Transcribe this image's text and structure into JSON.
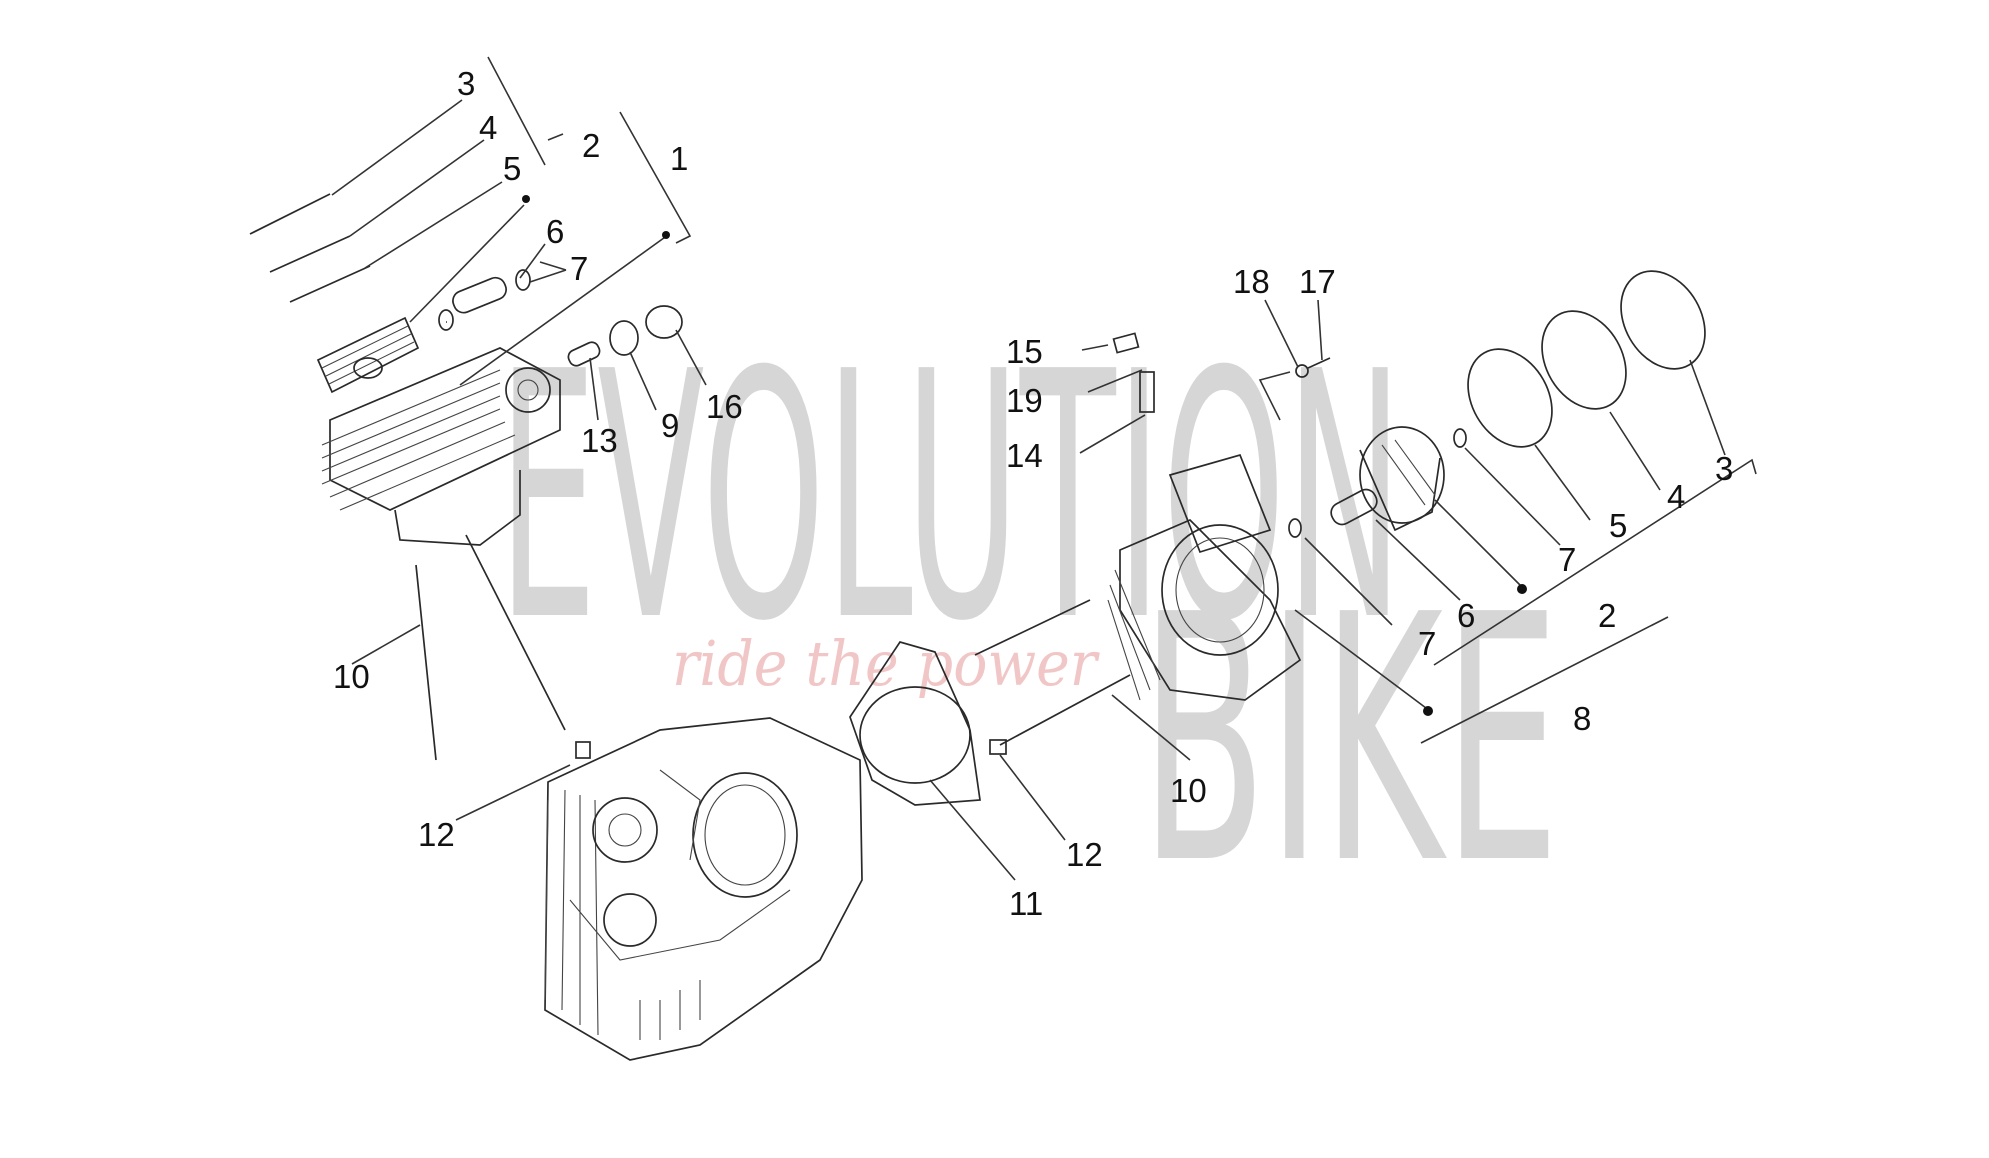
{
  "watermark": {
    "word1": "EVOLUTION",
    "word2": "BIKE",
    "tagline": "ride the power"
  },
  "callouts": {
    "left_3": "3",
    "left_4": "4",
    "left_2": "2",
    "left_1": "1",
    "left_5": "5",
    "left_6": "6",
    "left_7": "7",
    "left_16": "16",
    "left_9": "9",
    "left_13": "13",
    "left_10": "10",
    "left_12": "12",
    "mid_15": "15",
    "mid_19": "19",
    "mid_14": "14",
    "mid_18": "18",
    "mid_17": "17",
    "mid_10": "10",
    "mid_12": "12",
    "mid_11": "11",
    "right_3": "3",
    "right_4": "4",
    "right_5": "5",
    "right_7a": "7",
    "right_6": "6",
    "right_7b": "7",
    "right_2": "2",
    "right_8": "8"
  }
}
